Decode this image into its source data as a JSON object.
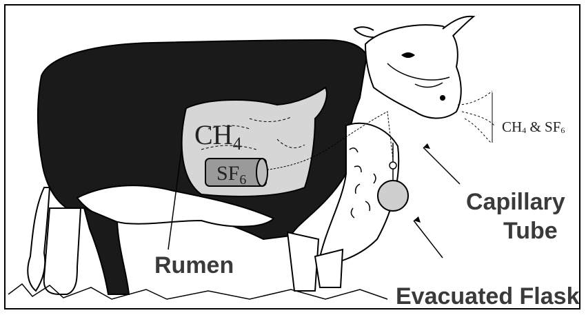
{
  "labels": {
    "rumen": "Rumen",
    "capillary_line1": "Capillary",
    "capillary_line2": "Tube",
    "evacuated_flask": "Evacuated Flask",
    "exhaled_gases_ch": "CH",
    "exhaled_gases_ch_sub": "4",
    "exhaled_gases_amp": " & SF",
    "exhaled_gases_sf_sub": "6",
    "rumen_ch": "CH",
    "rumen_ch_sub": "4",
    "capsule_sf": "SF",
    "capsule_sf_sub": "6"
  },
  "colors": {
    "hide": "#1a1a1a",
    "rumen_fill": "#d6d6d6",
    "capsule_fill": "#9a9a9a",
    "label_text": "#3a3a3a"
  }
}
